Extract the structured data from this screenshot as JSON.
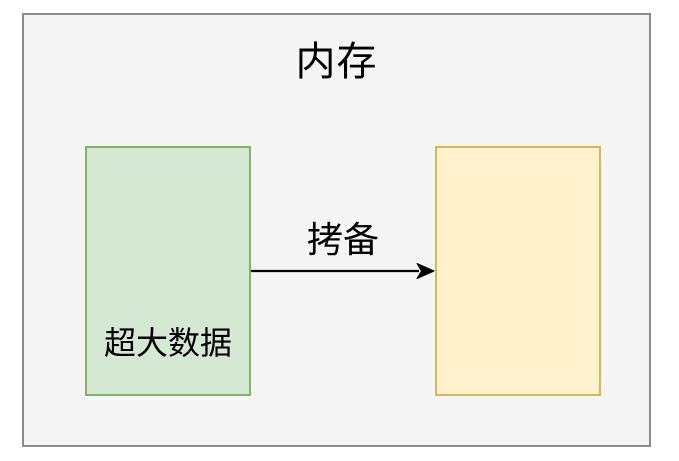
{
  "diagram": {
    "container": {
      "title": "内存",
      "background": "#f5f5f5",
      "border_color": "#8c8c8c"
    },
    "source_box": {
      "label": "超大数据",
      "fill": "#d5e8d4",
      "border_color": "#82b366"
    },
    "target_box": {
      "fill": "#fff2cc",
      "border_color": "#d6b656"
    },
    "arrow": {
      "label": "拷备",
      "color": "#000000",
      "direction": "left-to-right"
    }
  }
}
